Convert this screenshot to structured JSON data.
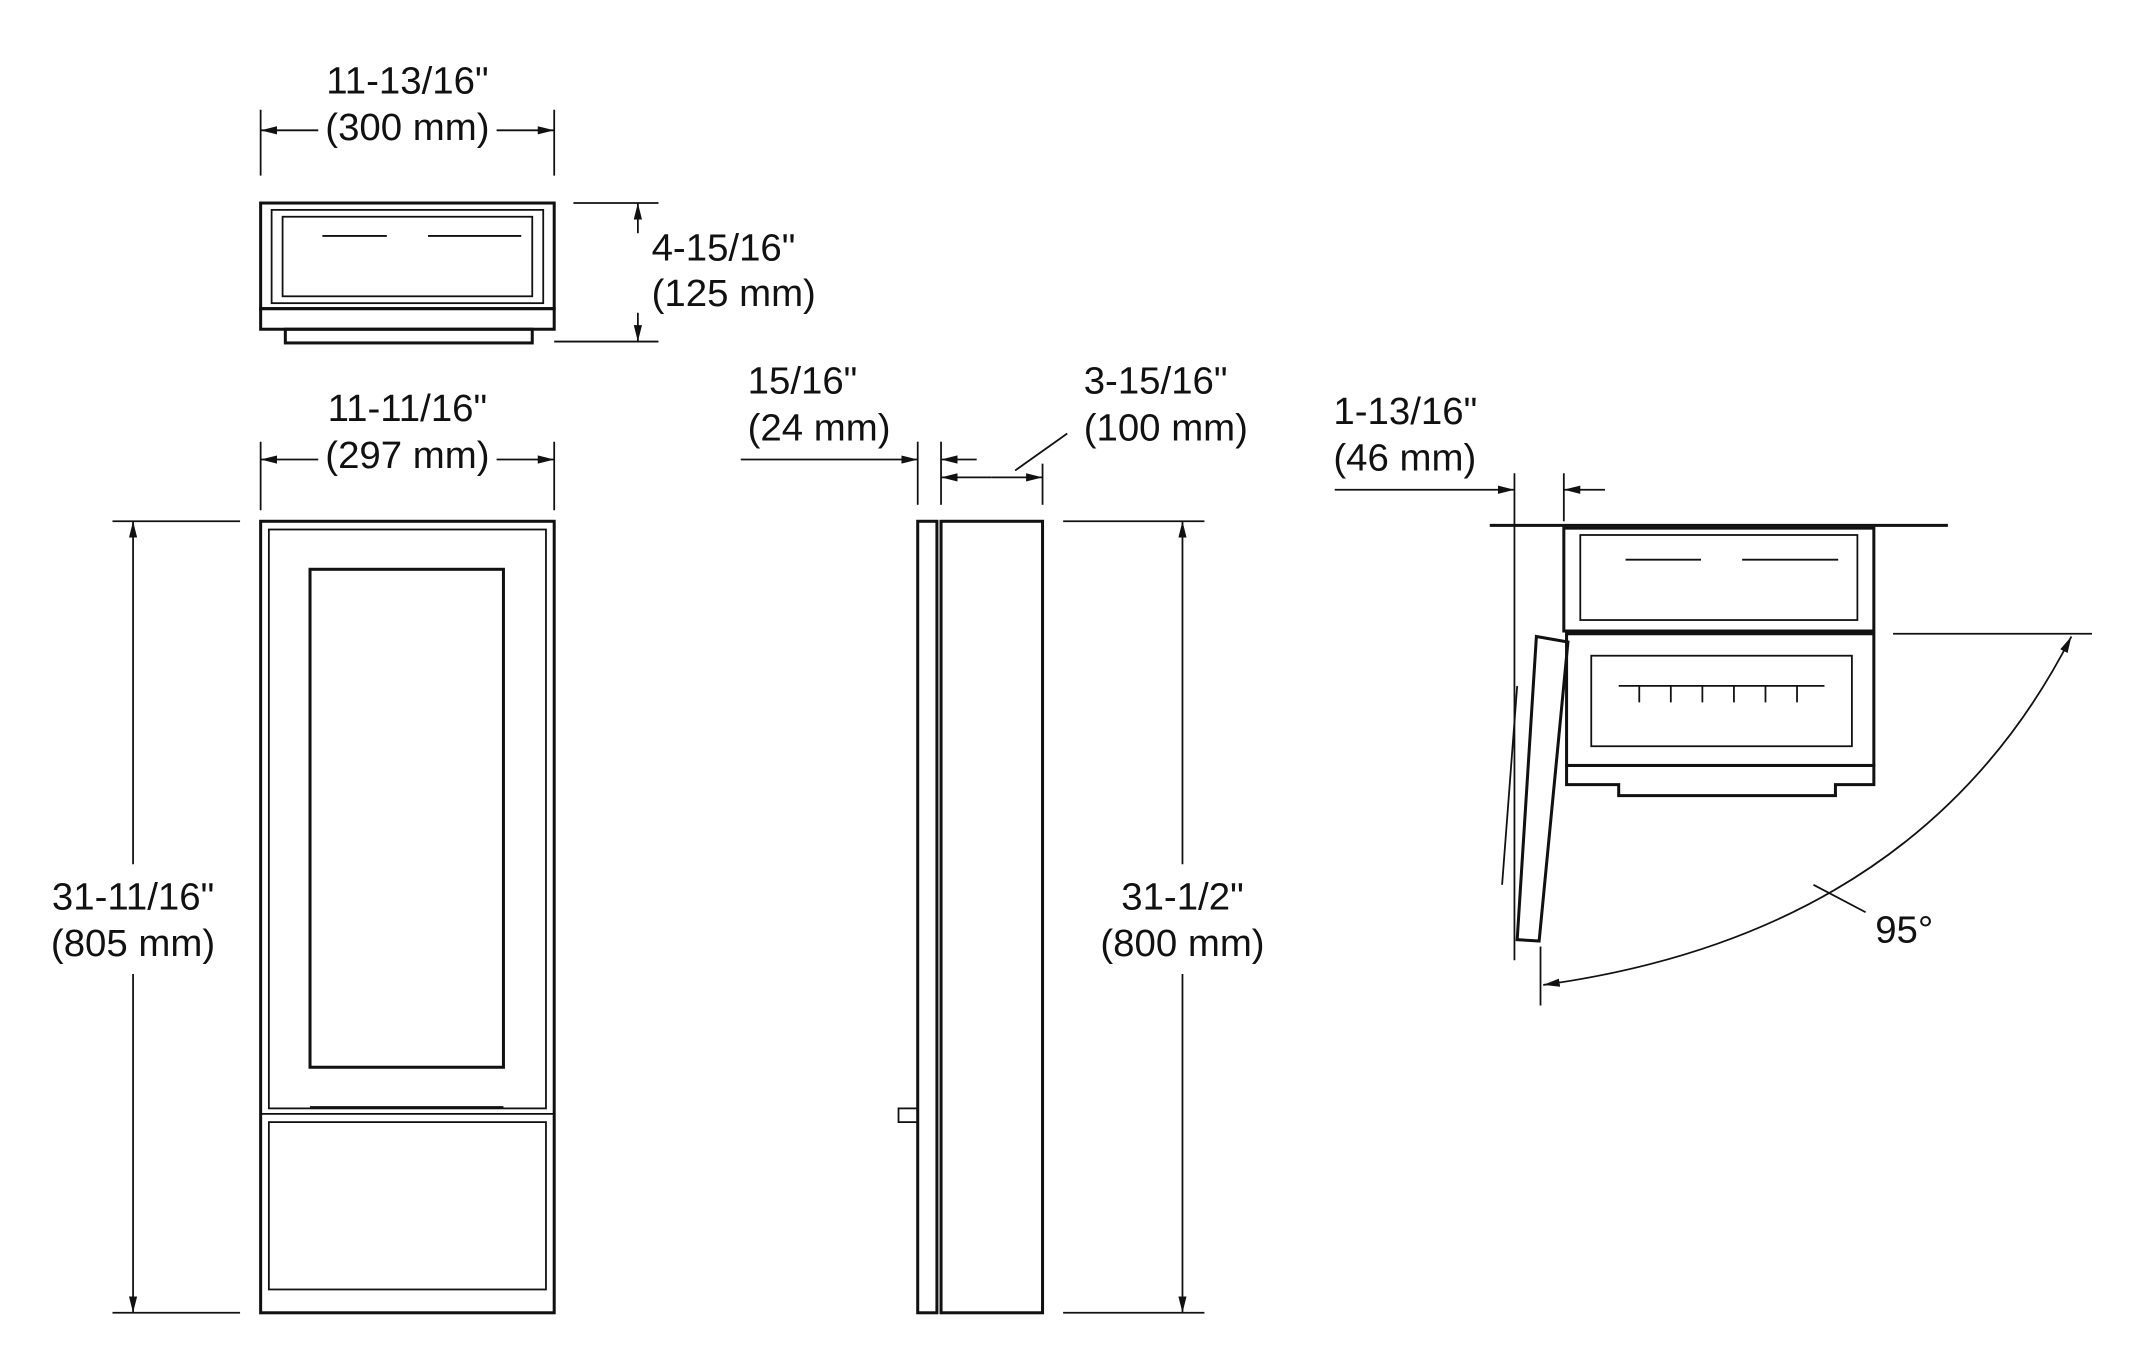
{
  "drawing": {
    "top_view": {
      "width_in": "11-13/16\"",
      "width_mm": "(300 mm)",
      "height_in": "4-15/16\"",
      "height_mm": "(125 mm)"
    },
    "front_view": {
      "width_in": "11-11/16\"",
      "width_mm": "(297 mm)",
      "height_in": "31-11/16\"",
      "height_mm": "(805 mm)"
    },
    "side_view": {
      "door_in": "15/16\"",
      "door_mm": "(24 mm)",
      "depth_in": "3-15/16\"",
      "depth_mm": "(100 mm)",
      "height_in": "31-1/2\"",
      "height_mm": "(800 mm)"
    },
    "plan_view": {
      "offset_in": "1-13/16\"",
      "offset_mm": "(46 mm)",
      "angle": "95°"
    }
  }
}
